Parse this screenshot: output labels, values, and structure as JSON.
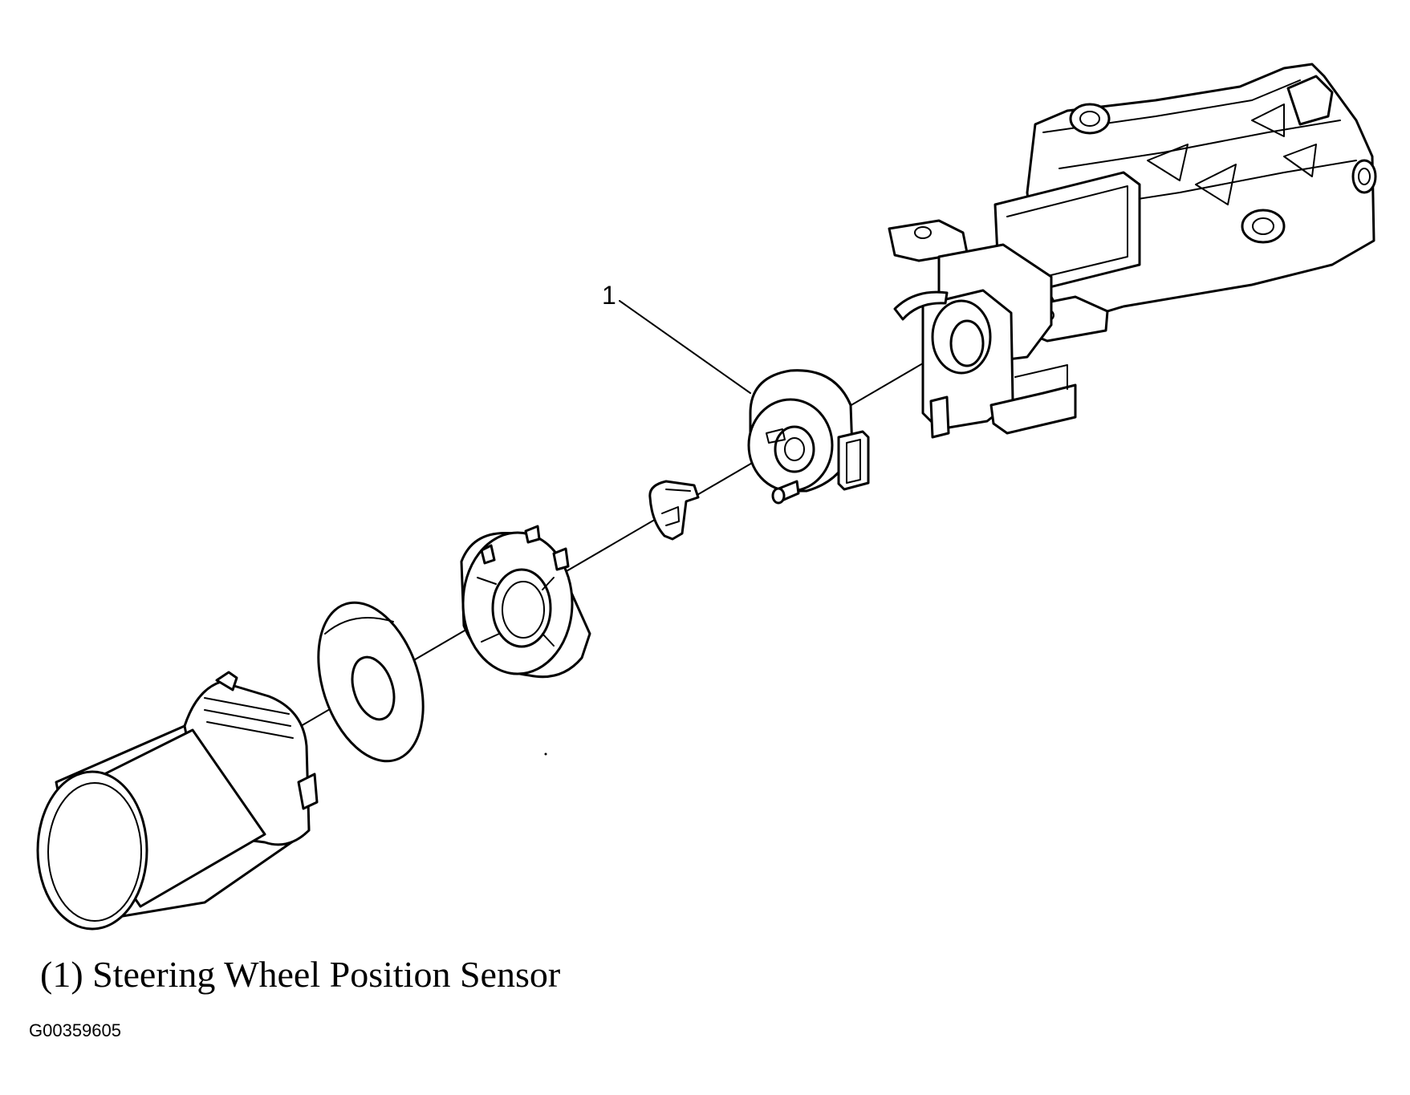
{
  "diagram": {
    "callout": "1",
    "caption": "(1) Steering Wheel Position Sensor",
    "figure_id": "G00359605",
    "components": [
      "cover-tube",
      "washer",
      "bearing-retainer",
      "clip",
      "steering-wheel-position-sensor",
      "column-housing"
    ]
  }
}
